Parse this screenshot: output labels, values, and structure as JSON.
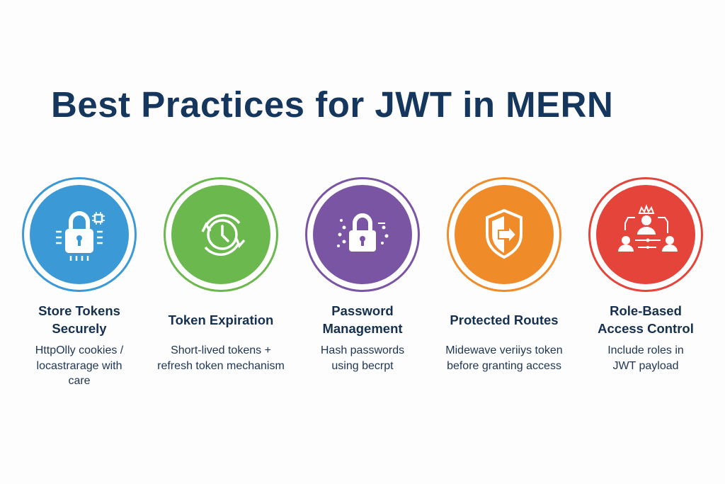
{
  "title": "Best Practices for JWT in MERN",
  "cards": [
    {
      "title": "Store Tokens Securely",
      "desc": "HttpOlly cookies / locastrarage with care",
      "icon": "lock-chip-icon",
      "color": "#3b9ad6"
    },
    {
      "title": "Token Expiration",
      "desc": "Short-lived tokens + refresh token mechanism",
      "icon": "clock-refresh-icon",
      "color": "#6bb84f"
    },
    {
      "title": "Password Management",
      "desc": "Hash passwords using becrpt",
      "icon": "lock-icon",
      "color": "#7a55a3"
    },
    {
      "title": "Protected Routes",
      "desc": "Midewave veriiys token before granting access",
      "icon": "shield-arrow-icon",
      "color": "#f08b2a"
    },
    {
      "title": "Role-Based Access Control",
      "desc": "Include roles in JWT payload",
      "icon": "role-hierarchy-icon",
      "color": "#e5443b"
    }
  ]
}
